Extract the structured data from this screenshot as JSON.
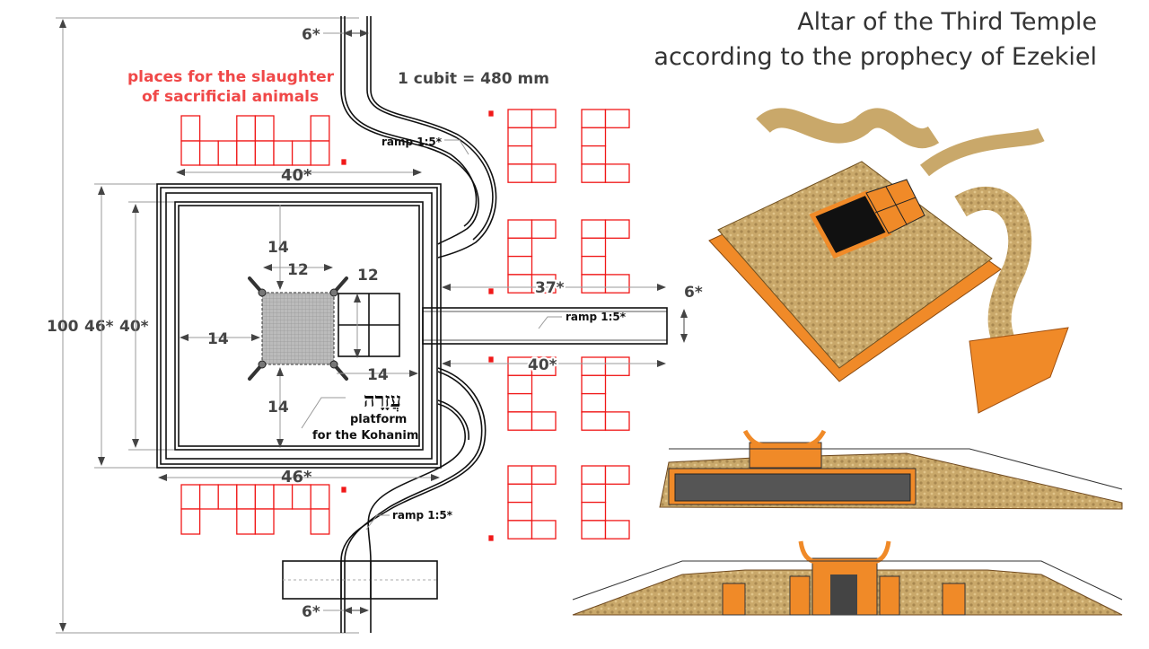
{
  "title": {
    "line1": "Altar of the Third Temple",
    "line2": "according to the prophecy of Ezekiel"
  },
  "scale_note": "1 cubit = 480 mm",
  "slaughter_label": {
    "line1": "places for the slaughter",
    "line2": "of sacrificial animals"
  },
  "dimensions": {
    "total_length": "100",
    "outer_base": "46*",
    "inner_base": "40*",
    "top_width": "40*",
    "bottom_width": "46*",
    "ramp_width_top": "6*",
    "ramp_width_bottom": "6*",
    "ramp_width_right": "6*",
    "hearth_width": "12",
    "hearth_height": "12",
    "margin_top": "14",
    "margin_left": "14",
    "margin_bottom": "14",
    "margin_right": "14",
    "ramp_length": "37*",
    "ramp_length_total": "40*"
  },
  "ramps": {
    "top": "ramp 1:5*",
    "right": "ramp 1:5*",
    "bottom": "ramp 1:5*"
  },
  "platform": {
    "hebrew": "עֲזָרָה",
    "line1": "platform",
    "line2": "for the Kohanim"
  },
  "colors": {
    "slaughter": "#f04848",
    "stone": "#c8a868",
    "orange": "#f08a28"
  }
}
